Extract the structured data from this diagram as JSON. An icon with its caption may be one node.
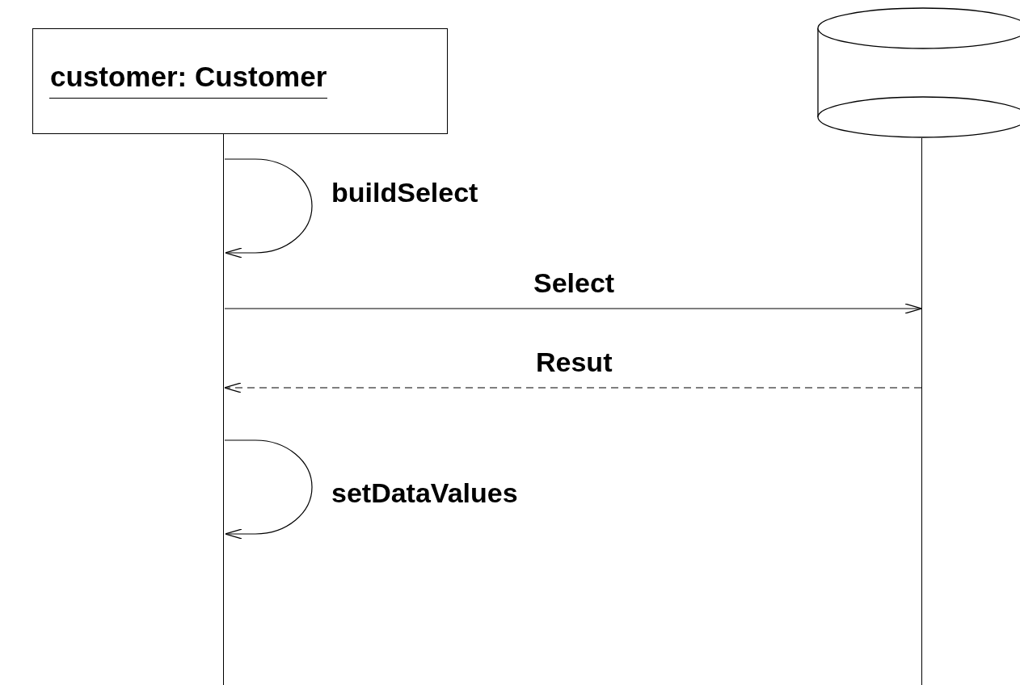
{
  "diagram": {
    "nodes": [
      {
        "text": [
          "customer: Customer"
        ]
      },
      {
        "text": [],
        "shape": "cylinder"
      },
      {
        "text": [],
        "shape": "bar"
      },
      {
        "text": [],
        "shape": "bar"
      }
    ],
    "edges": [
      {
        "from": 2,
        "to": 2,
        "arrow": "to",
        "label": "buildSelect"
      },
      {
        "from": 2,
        "to": 3,
        "arrow": "to",
        "label": "Select"
      },
      {
        "from": 3,
        "to": 2,
        "arrow": "to",
        "label": "Resut",
        "style": "dashed"
      },
      {
        "from": 2,
        "to": 2,
        "arrow": "to",
        "label": "setDataValues"
      }
    ]
  }
}
